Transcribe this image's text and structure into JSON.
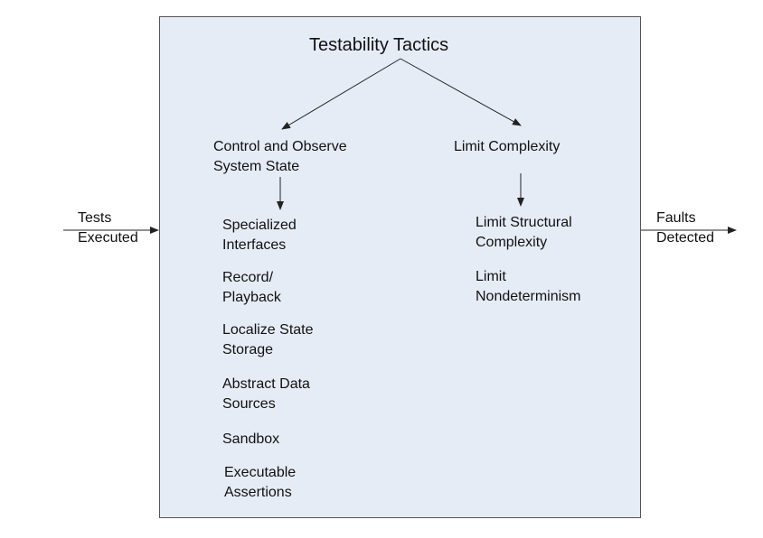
{
  "title": "Testability Tactics",
  "input": "Tests\nExecuted",
  "output": "Faults\nDetected",
  "branches": [
    {
      "label": "Control and Observe\nSystem State",
      "tactics": [
        "Specialized\nInterfaces",
        "Record/\nPlayback",
        "Localize State\nStorage",
        "Abstract Data\nSources",
        "Sandbox",
        "Executable\nAssertions"
      ]
    },
    {
      "label": "Limit Complexity",
      "tactics": [
        "Limit Structural\nComplexity",
        "Limit\nNondeterminism"
      ]
    }
  ]
}
